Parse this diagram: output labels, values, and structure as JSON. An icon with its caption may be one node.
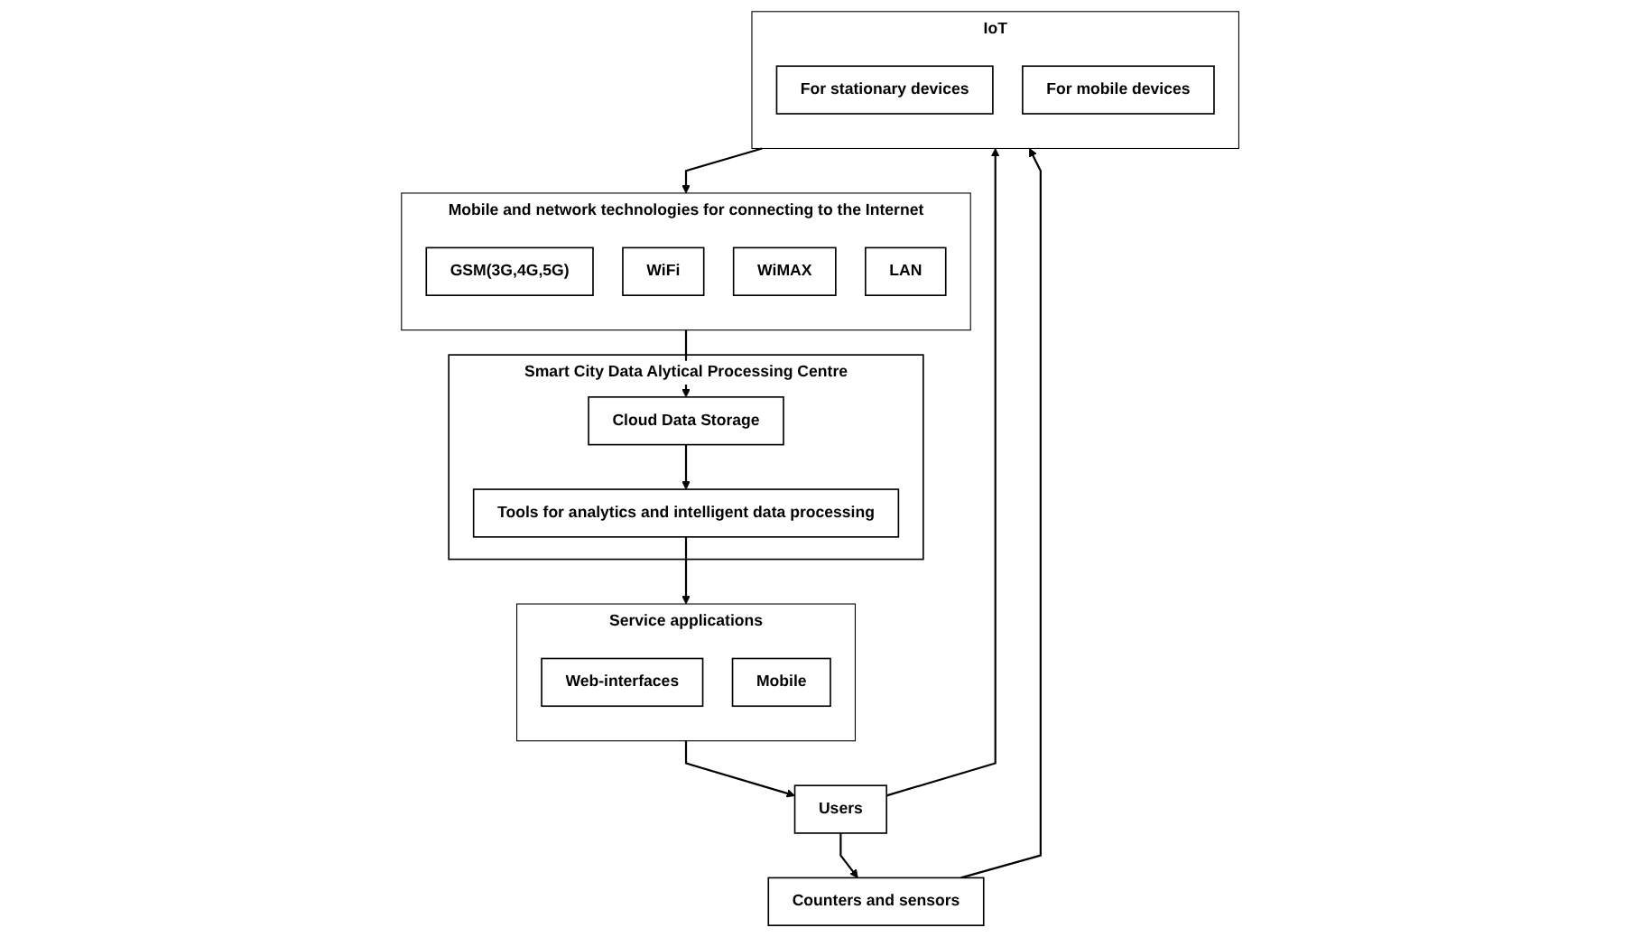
{
  "diagram": {
    "nodes": [
      {
        "text": [
          "Smart City Data Alytical Processing Centre"
        ]
      },
      {
        "text": [
          "Cloud Data Storage"
        ],
        "in": 0
      },
      {
        "text": [
          "Tools for analytics and intelligent data processing"
        ],
        "in": 0
      },
      {
        "text": [
          "Mobile and network technologies for connecting to the Internet"
        ]
      },
      {
        "text": [
          "GSM(3G,4G,5G)"
        ],
        "in": 3
      },
      {
        "text": [
          "WiFi"
        ],
        "in": 3
      },
      {
        "text": [
          "WiMAX"
        ],
        "in": 3
      },
      {
        "text": [
          "LAN"
        ],
        "in": 3
      },
      {
        "text": [
          "Service applications"
        ]
      },
      {
        "text": [
          "Web-interfaces"
        ],
        "in": 8
      },
      {
        "text": [
          "Mobile"
        ],
        "in": 8
      },
      {
        "text": [
          "IoT"
        ]
      },
      {
        "text": [
          "For stationary devices"
        ],
        "in": 11
      },
      {
        "text": [
          "For mobile devices"
        ],
        "in": 11
      },
      {
        "text": [
          "Users"
        ]
      },
      {
        "text": [
          "Counters and sensors"
        ]
      }
    ],
    "edges": [
      {
        "from": 1,
        "to": 2,
        "arrow": "to"
      },
      {
        "from": 2,
        "to": 8,
        "arrow": "to"
      },
      {
        "from": 3,
        "to": 1,
        "arrow": "to"
      },
      {
        "from": 8,
        "to": 14,
        "arrow": "to"
      },
      {
        "from": 11,
        "to": 3,
        "arrow": "to"
      },
      {
        "from": 14,
        "to": 11,
        "arrow": "to"
      },
      {
        "from": 14,
        "to": 15,
        "arrow": "to"
      },
      {
        "from": 15,
        "to": 11,
        "arrow": "to"
      }
    ]
  }
}
